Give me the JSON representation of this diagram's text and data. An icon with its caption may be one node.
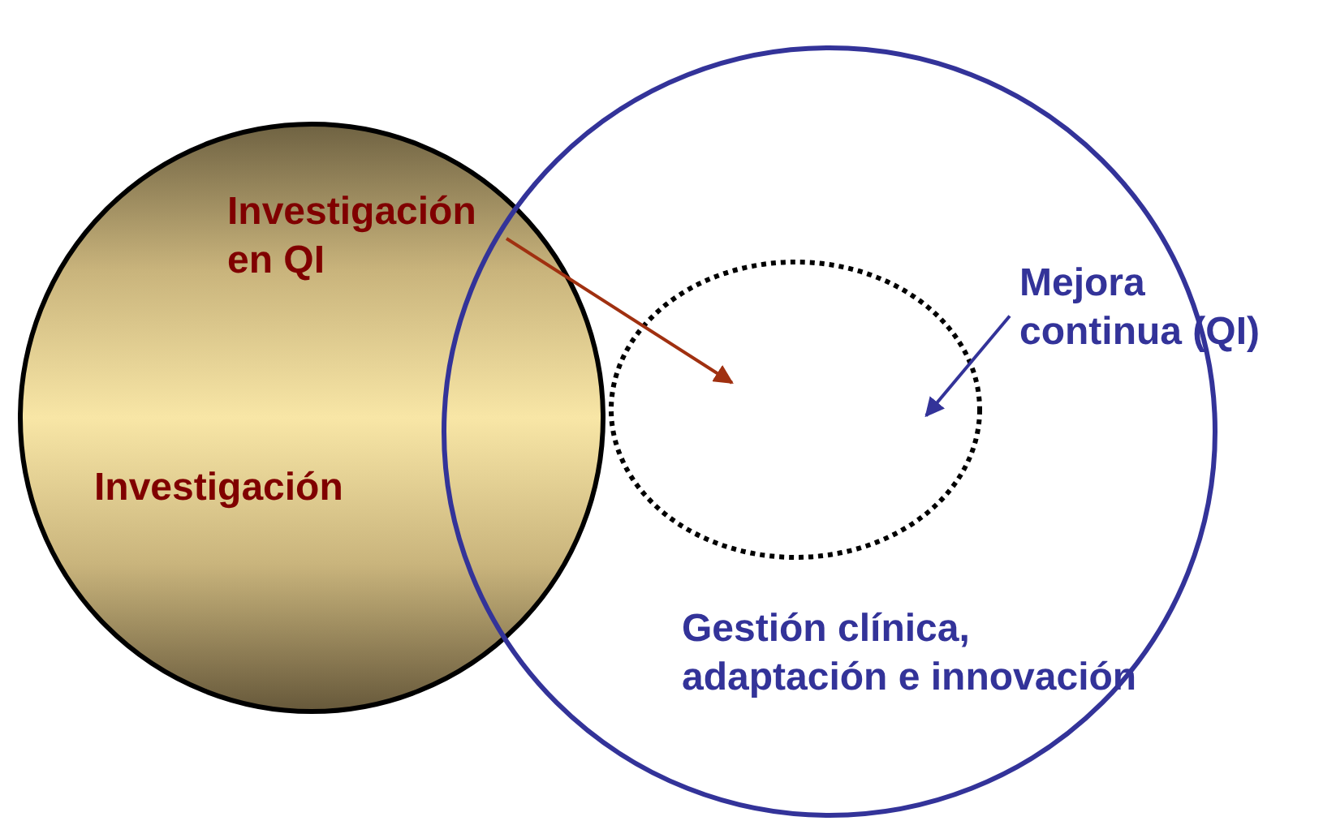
{
  "diagram": {
    "nodes": [
      {
        "text": [
          "Investigación"
        ]
      },
      {
        "text": [
          "Gestión clínica, adaptación e innovación"
        ]
      },
      {
        "text": [],
        "shape": "circle",
        "in": 1
      },
      {
        "text": [
          "Investigación en QI"
        ],
        "in": 0
      },
      {
        "text": [
          "Mejora continua (QI)"
        ]
      }
    ],
    "edges": [
      {
        "from": 3,
        "to": 2,
        "arrow": "to",
        "color": "#a03010"
      },
      {
        "from": 4,
        "to": 2,
        "arrow": "to",
        "color": "#333399"
      }
    ]
  }
}
